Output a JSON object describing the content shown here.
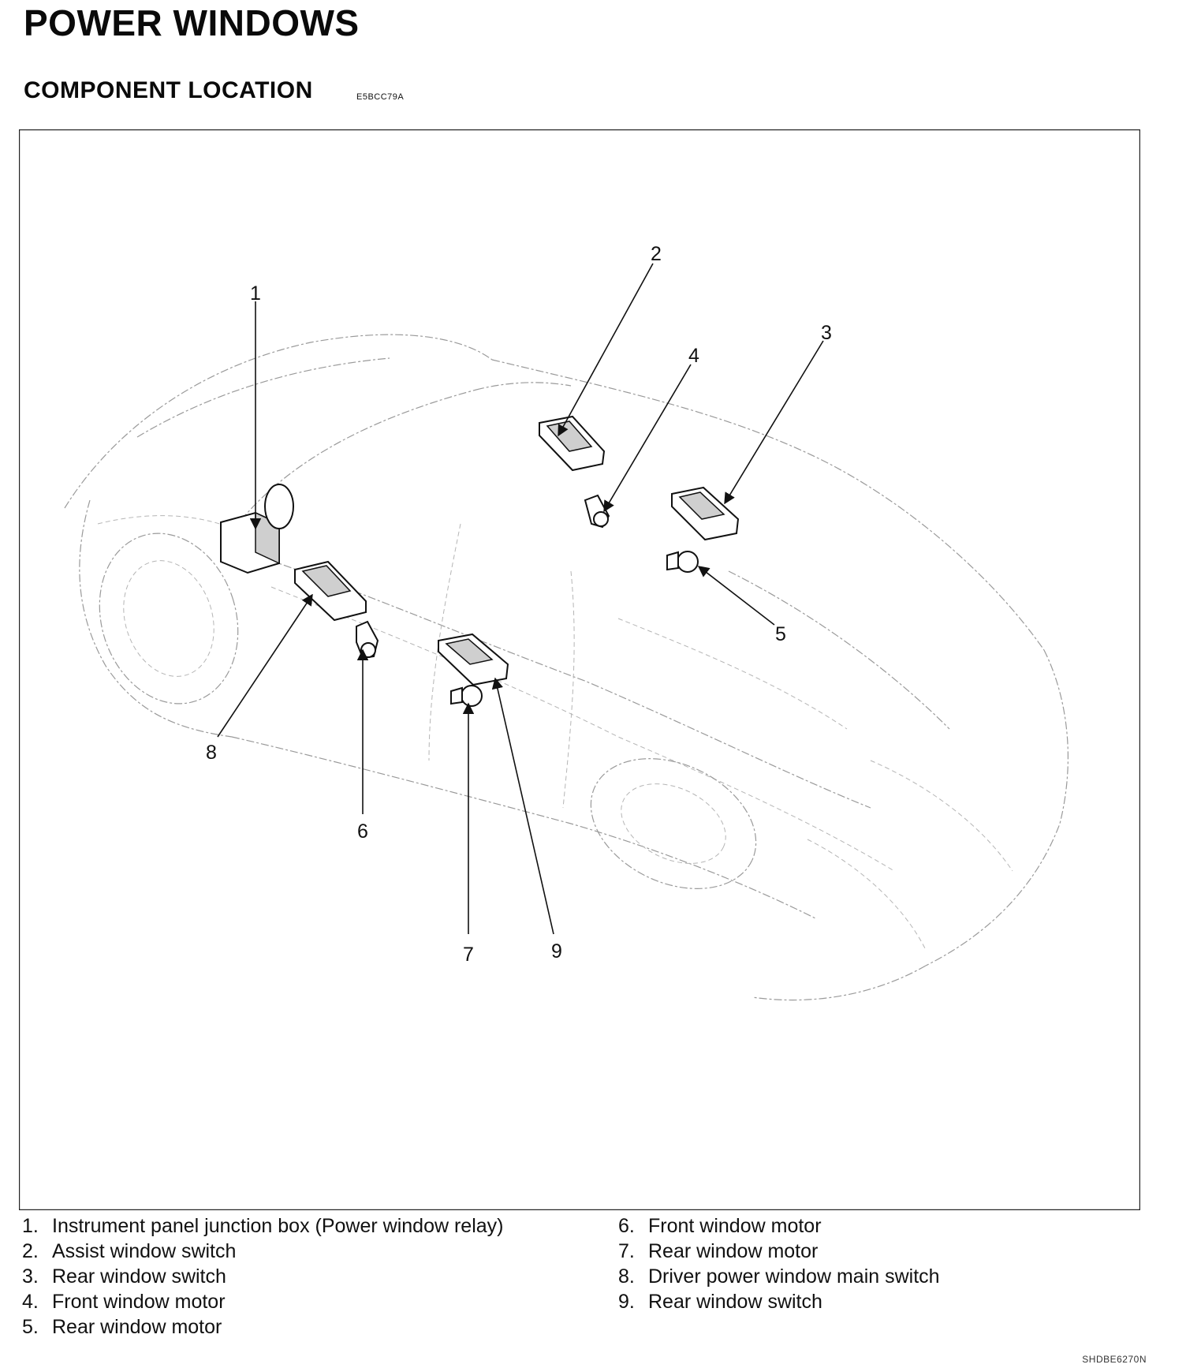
{
  "header": {
    "title": "POWER WINDOWS",
    "subtitle": "COMPONENT LOCATION",
    "code": "E5BCC79A"
  },
  "callouts": [
    "1",
    "2",
    "3",
    "4",
    "5",
    "6",
    "7",
    "8",
    "9"
  ],
  "legend": {
    "left": [
      {
        "num": "1.",
        "text": "Instrument panel junction box (Power window relay)"
      },
      {
        "num": "2.",
        "text": "Assist window switch"
      },
      {
        "num": "3.",
        "text": "Rear window switch"
      },
      {
        "num": "4.",
        "text": "Front window motor"
      },
      {
        "num": "5.",
        "text": "Rear window motor"
      }
    ],
    "right": [
      {
        "num": "6.",
        "text": "Front window motor"
      },
      {
        "num": "7.",
        "text": "Rear window motor"
      },
      {
        "num": "8.",
        "text": "Driver power window main switch"
      },
      {
        "num": "9.",
        "text": "Rear window switch"
      }
    ]
  },
  "figure_ref": "SHDBE6270N"
}
